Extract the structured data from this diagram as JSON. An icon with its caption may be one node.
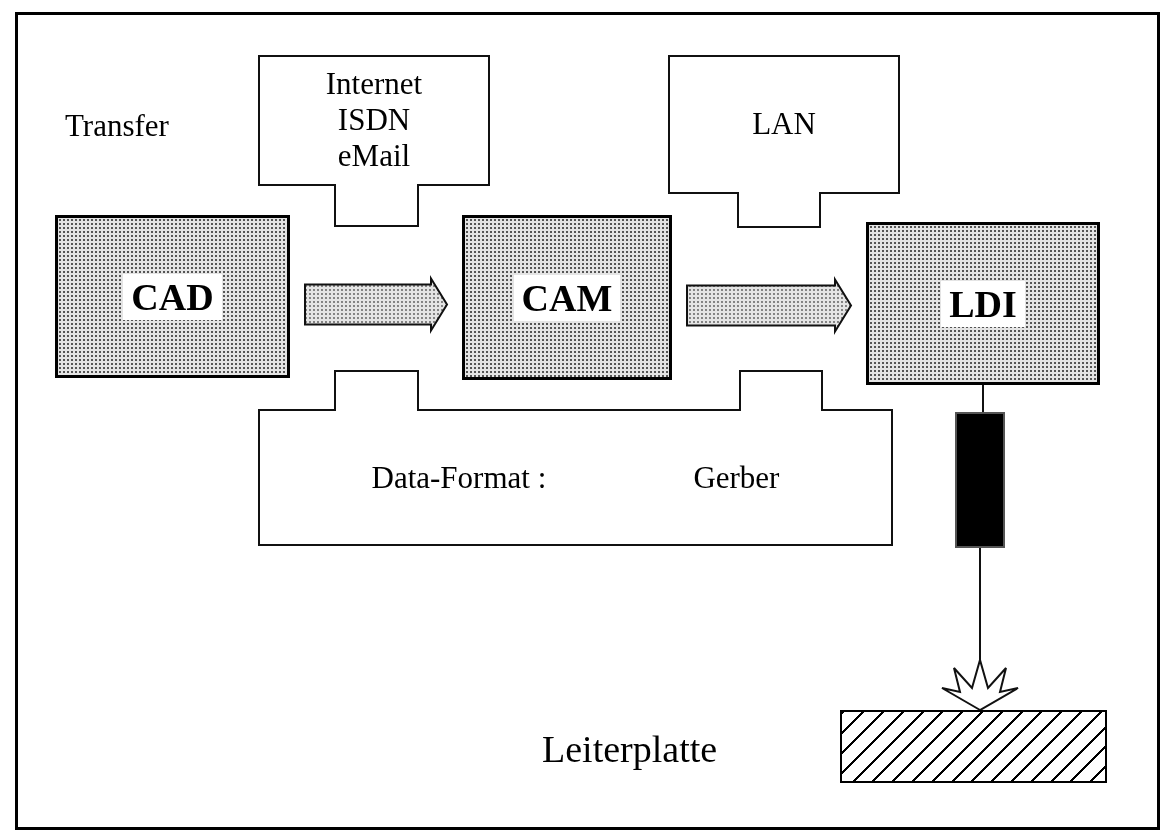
{
  "diagram": {
    "nodes": [
      {
        "text": [
          "CAD"
        ]
      },
      {
        "text": [
          "CAM"
        ]
      },
      {
        "text": [
          "LDI"
        ]
      },
      {
        "text": [
          "Internet ISDN eMail"
        ]
      },
      {
        "text": [
          "LAN"
        ]
      },
      {
        "text": [
          "Data-Format :",
          "Gerber"
        ]
      },
      {
        "text": [],
        "shape": "bar"
      },
      {
        "text": [],
        "shape": "box",
        "beside": [
          "Leiterplatte"
        ]
      }
    ],
    "edges": [
      {
        "from": 0,
        "to": 1,
        "arrow": "to",
        "style": "thick"
      },
      {
        "from": 1,
        "to": 2,
        "arrow": "to",
        "style": "thick"
      },
      {
        "from": 2,
        "to": 6,
        "arrow": "none"
      },
      {
        "from": 6,
        "to": 7,
        "arrow": "other"
      }
    ],
    "labels": [
      "Transfer"
    ]
  }
}
